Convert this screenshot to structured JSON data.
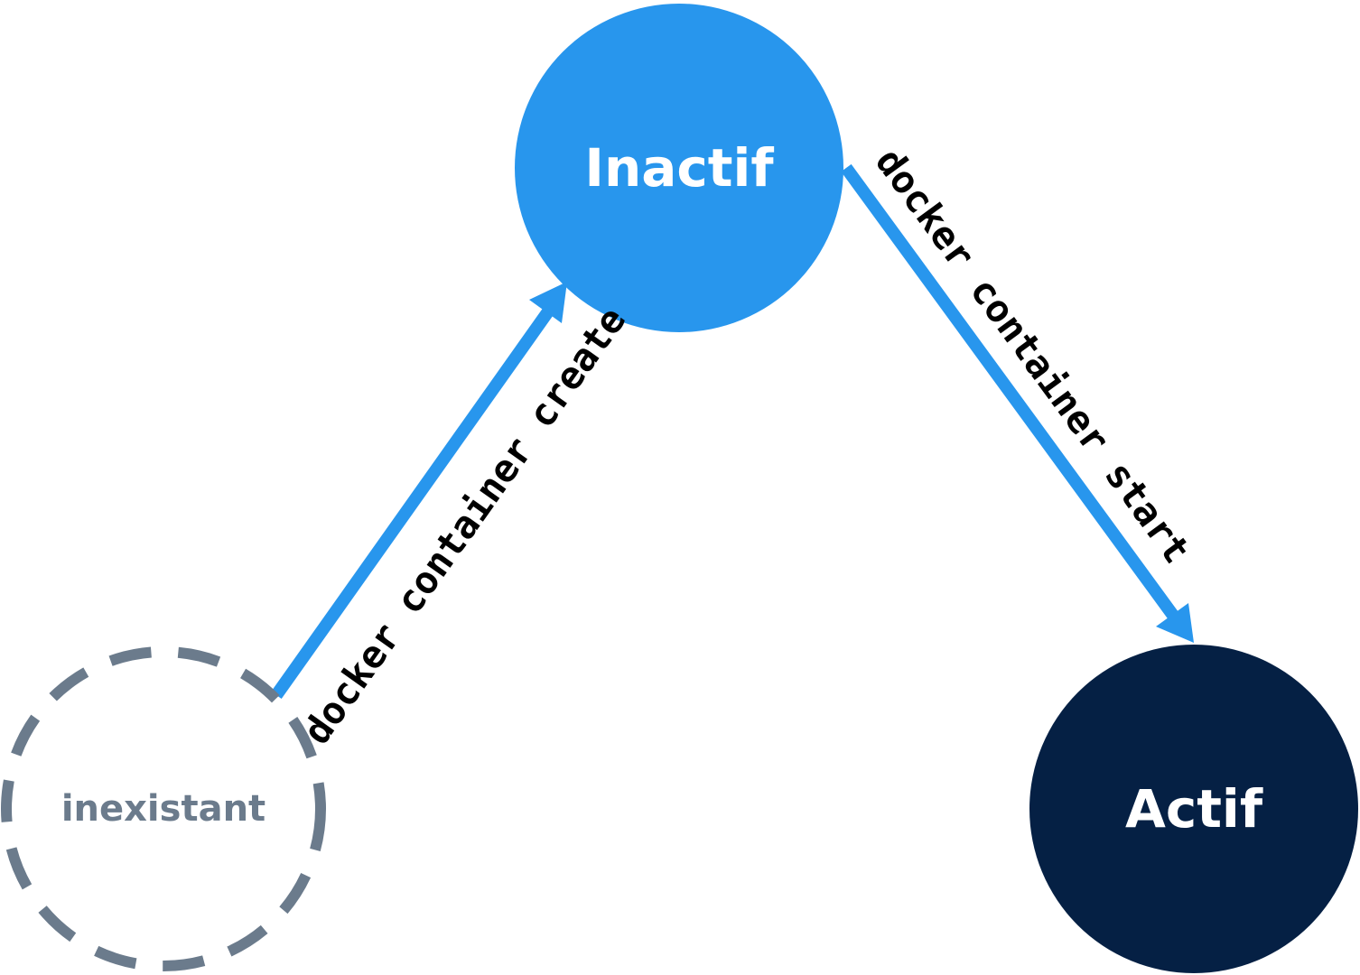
{
  "states": {
    "nonexistent": {
      "label": "inexistant"
    },
    "inactive": {
      "label": "Inactif"
    },
    "active": {
      "label": "Actif"
    }
  },
  "transitions": {
    "create": {
      "command": "docker container create"
    },
    "start": {
      "command": "docker container start"
    }
  },
  "colors": {
    "arrow": "#2896ed",
    "inactive_fill": "#2896ed",
    "active_fill": "#052044",
    "nonexistent_stroke": "#6b7b8c",
    "label_light": "#ffffff",
    "label_muted": "#6b7b8c",
    "edge_text": "#000000"
  }
}
